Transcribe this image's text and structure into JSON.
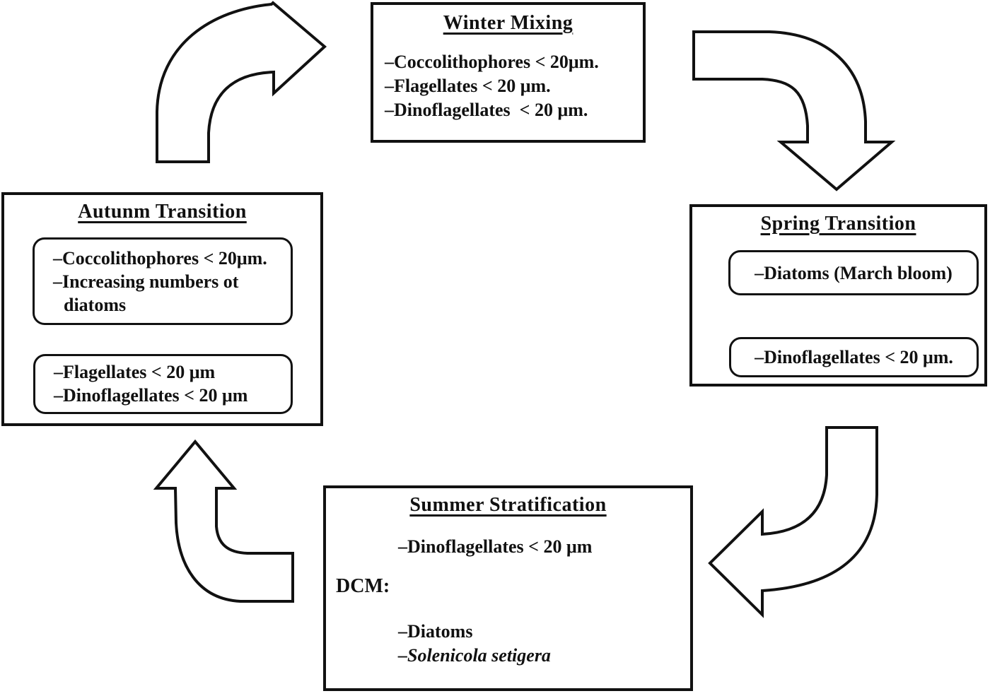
{
  "diagram": {
    "winter": {
      "title": "Winter Mixing",
      "items": [
        "–Coccolithophores < 20μm.",
        "–Flagellates < 20 μm.",
        "–Dinoflagellates  < 20 μm."
      ]
    },
    "spring": {
      "title": "Spring Transition",
      "box1_label": "–Diatoms (March bloom)",
      "box2_label": "–Dinoflagellates < 20 μm."
    },
    "summer": {
      "title": "Summer Stratification",
      "item1": "–Dinoflagellates < 20 μm",
      "dcm_label": "DCM:",
      "dcm_items": [
        "–Diatoms",
        "–Solenicola setigera"
      ]
    },
    "autumn": {
      "title": "Autunm Transition",
      "box1_items": [
        "–Coccolithophores < 20μm.",
        "–Increasing numbers ot diatoms"
      ],
      "box2_items": [
        "–Flagellates < 20 μm",
        "–Dinoflagellates < 20 μm"
      ]
    },
    "colors": {
      "ink": "#111111",
      "background": "#ffffff"
    }
  }
}
